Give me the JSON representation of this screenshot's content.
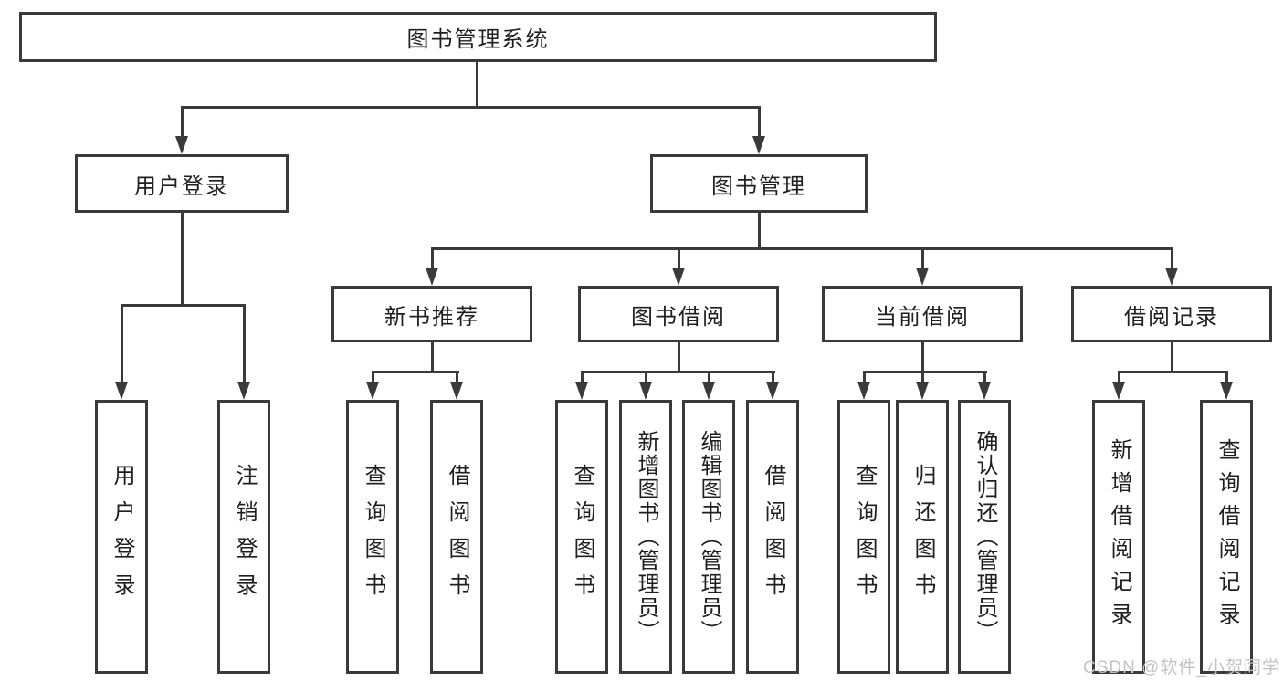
{
  "diagram": {
    "title": "图书管理系统",
    "level2": {
      "user_login": "用户登录",
      "book_mgmt": "图书管理"
    },
    "level3": {
      "new_books": "新书推荐",
      "book_borrow": "图书借阅",
      "current_borrow": "当前借阅",
      "borrow_records": "借阅记录"
    },
    "leaves": {
      "user": [
        "用户登录",
        "注销登录"
      ],
      "new_books": [
        "查询图书",
        "借阅图书"
      ],
      "book_borrow": [
        "查询图书",
        "新增图书（管理员）",
        "编辑图书（管理员）",
        "借阅图书"
      ],
      "current_borrow": [
        "查询图书",
        "归还图书",
        "确认归还（管理员）"
      ],
      "borrow_records": [
        "新增借阅记录",
        "查询借阅记录"
      ]
    }
  },
  "watermark": {
    "text": "CSDN @软件_小贺同学"
  },
  "colors": {
    "line": "#3a3a3a",
    "text": "#1f1f1f",
    "background": "#ffffff",
    "watermark": "#c3c3c3"
  }
}
